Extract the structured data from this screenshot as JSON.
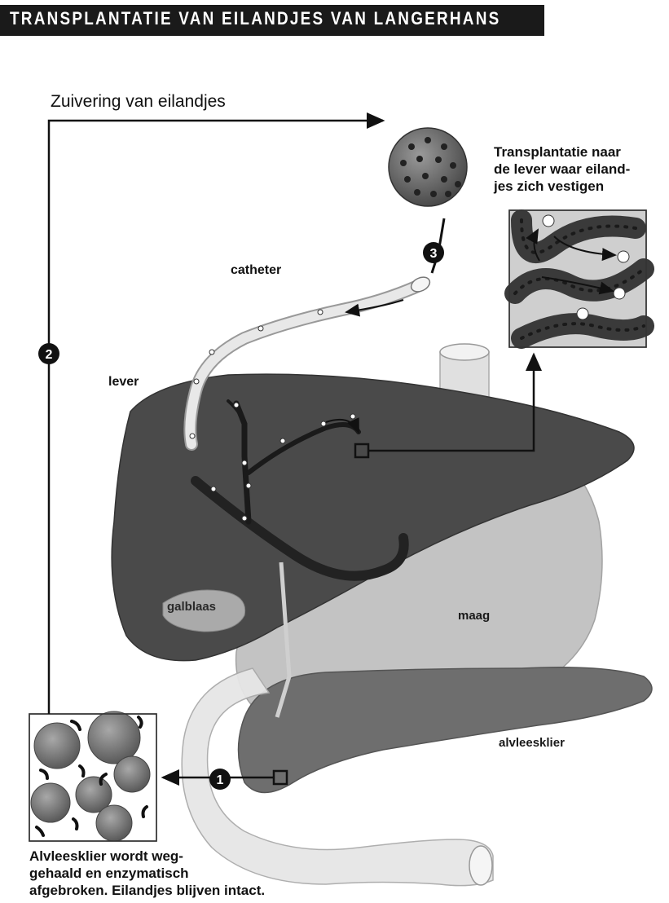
{
  "header": {
    "title": "TRANSPLANTATIE VAN EILANDJES VAN LANGERHANS"
  },
  "labels": {
    "purification": "Zuivering van eilandjes",
    "transplant": "Transplantatie naar de lever waar eilandjes zich vestigen",
    "transplant_lines": [
      "Transplantatie naar",
      "de lever waar eiland-",
      "jes zich vestigen"
    ],
    "catheter": "catheter",
    "liver": "lever",
    "gallbladder": "galblaas",
    "stomach": "maag",
    "pancreas": "alvleesklier",
    "removal_lines": [
      "Alvleesklier wordt weg-",
      "gehaald en enzymatisch",
      "afgebroken. Eilandjes blijven intact."
    ]
  },
  "steps": [
    {
      "number": "1"
    },
    {
      "number": "2"
    },
    {
      "number": "3"
    }
  ],
  "colors": {
    "liver": "#4a4a4a",
    "stomach": "#bdbdbd",
    "pancreas": "#6e6e6e",
    "intestine": "#e6e6e6",
    "badge": "#111111"
  }
}
